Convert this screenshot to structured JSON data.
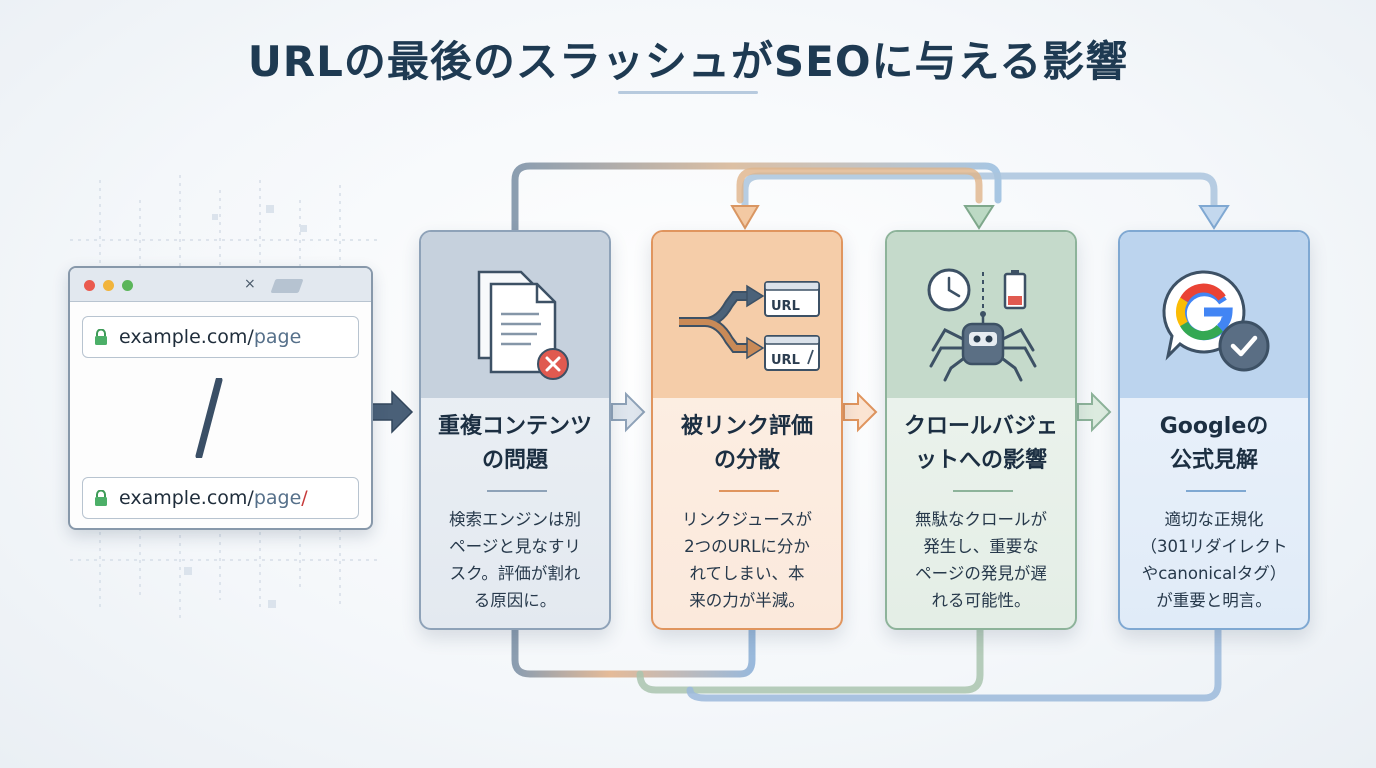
{
  "title": "URLの最後のスラッシュがSEOに与える影響",
  "browser": {
    "close_glyph": "×",
    "url_top": {
      "host": "example.com/",
      "path": "page",
      "slash": ""
    },
    "url_bottom": {
      "host": "example.com/",
      "path": "page",
      "slash": "/"
    }
  },
  "cards": [
    {
      "title": "重複コンテンツ\nの問題",
      "description": "検索エンジンは別\nページと見なすリ\nスク。評価が割れ\nる原因に。",
      "icon": "duplicate-document-icon"
    },
    {
      "title": "被リンク評価\nの分散",
      "description": "リンクジュースが\n2つのURLに分か\nれてしまい、本\n来の力が半減。",
      "icon": "link-split-icon",
      "url_label": "URL"
    },
    {
      "title": "クロールバジェ\nットへの影響",
      "description": "無駄なクロールが\n発生し、重要な\nページの発見が遅\nれる可能性。",
      "icon": "crawler-spider-icon"
    },
    {
      "title": "Googleの\n公式見解",
      "description": "適切な正規化\n（301リダイレクト\nやcanonicalタグ）\nが重要と明言。",
      "icon": "google-check-icon"
    }
  ],
  "colors": {
    "card1": "#8ea2b8",
    "card2": "#e0955e",
    "card3": "#8db39a",
    "card4": "#7fa8d2",
    "arrow": "#4a6078"
  }
}
